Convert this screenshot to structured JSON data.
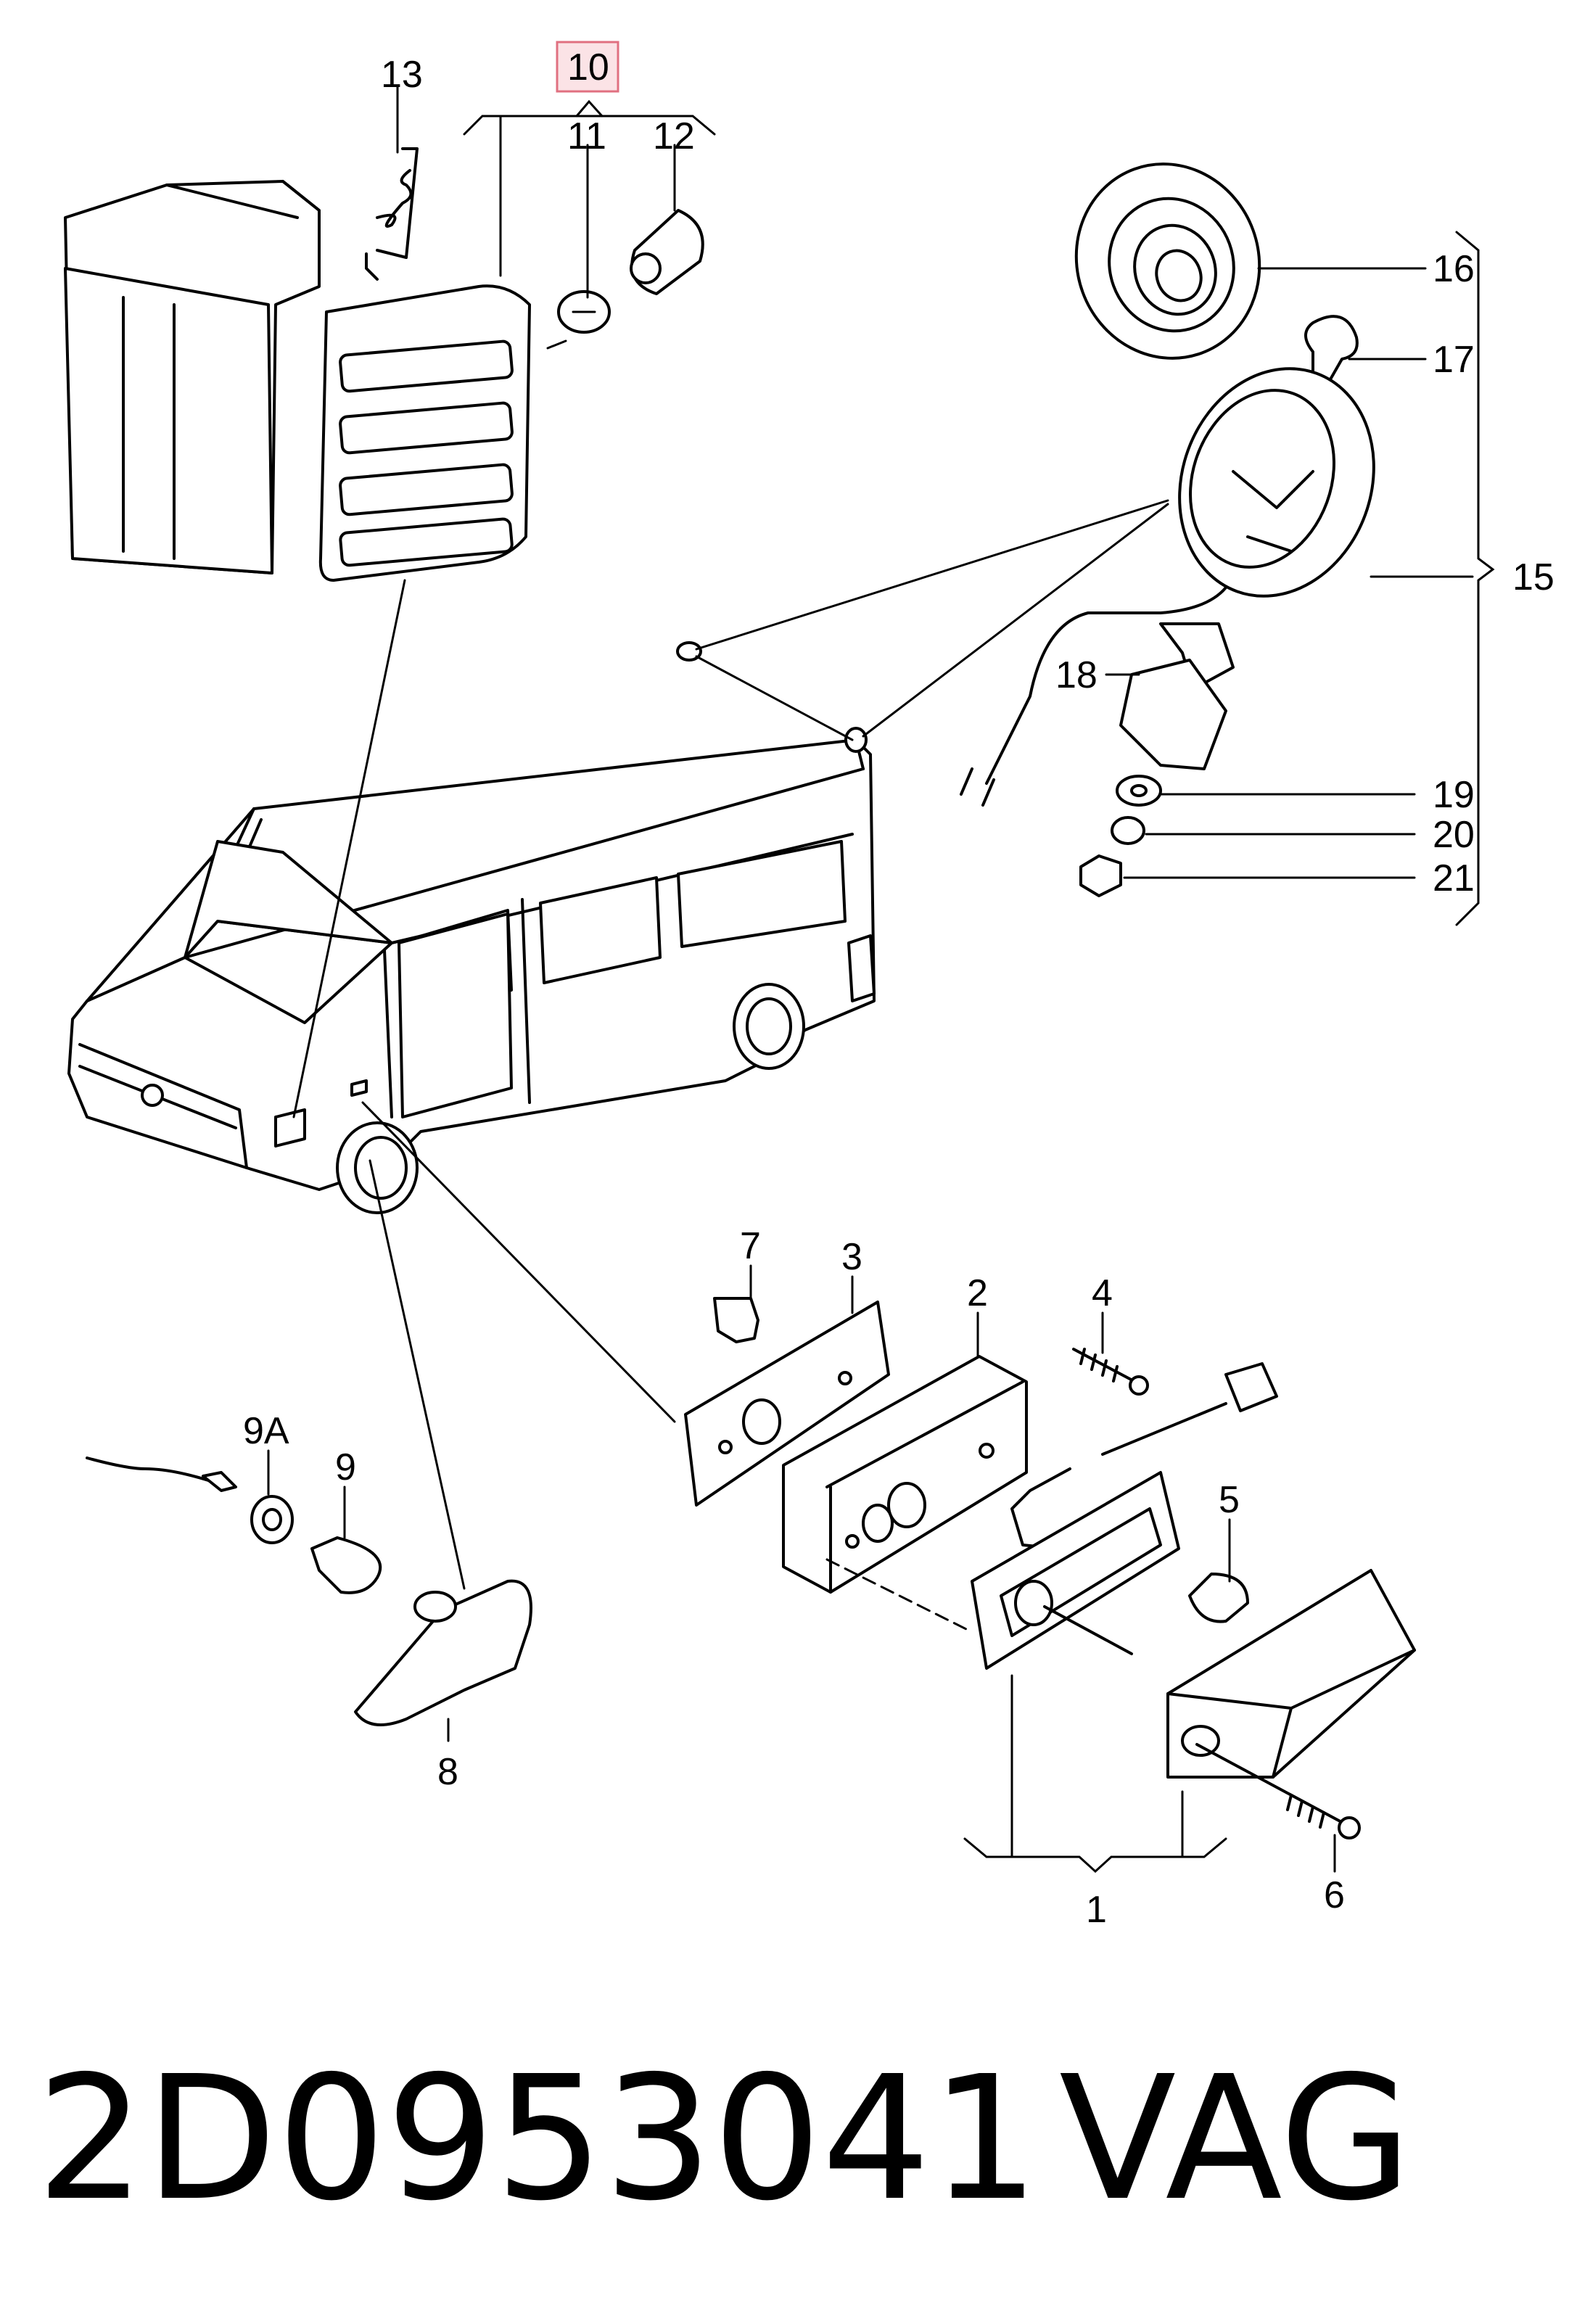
{
  "callouts": {
    "c1": "1",
    "c2": "2",
    "c3": "3",
    "c4": "4",
    "c5": "5",
    "c6": "6",
    "c7": "7",
    "c8": "8",
    "c9": "9",
    "c9a": "9A",
    "c10": "10",
    "c11": "11",
    "c12": "12",
    "c13": "13",
    "c15": "15",
    "c16": "16",
    "c17": "17",
    "c18": "18",
    "c19": "19",
    "c20": "20",
    "c21": "21"
  },
  "highlight": {
    "callout": "10",
    "color": "#e07080",
    "fill": "#fbe3e6"
  },
  "footer": {
    "part_number": "2D0953041",
    "brand": "VAG"
  }
}
